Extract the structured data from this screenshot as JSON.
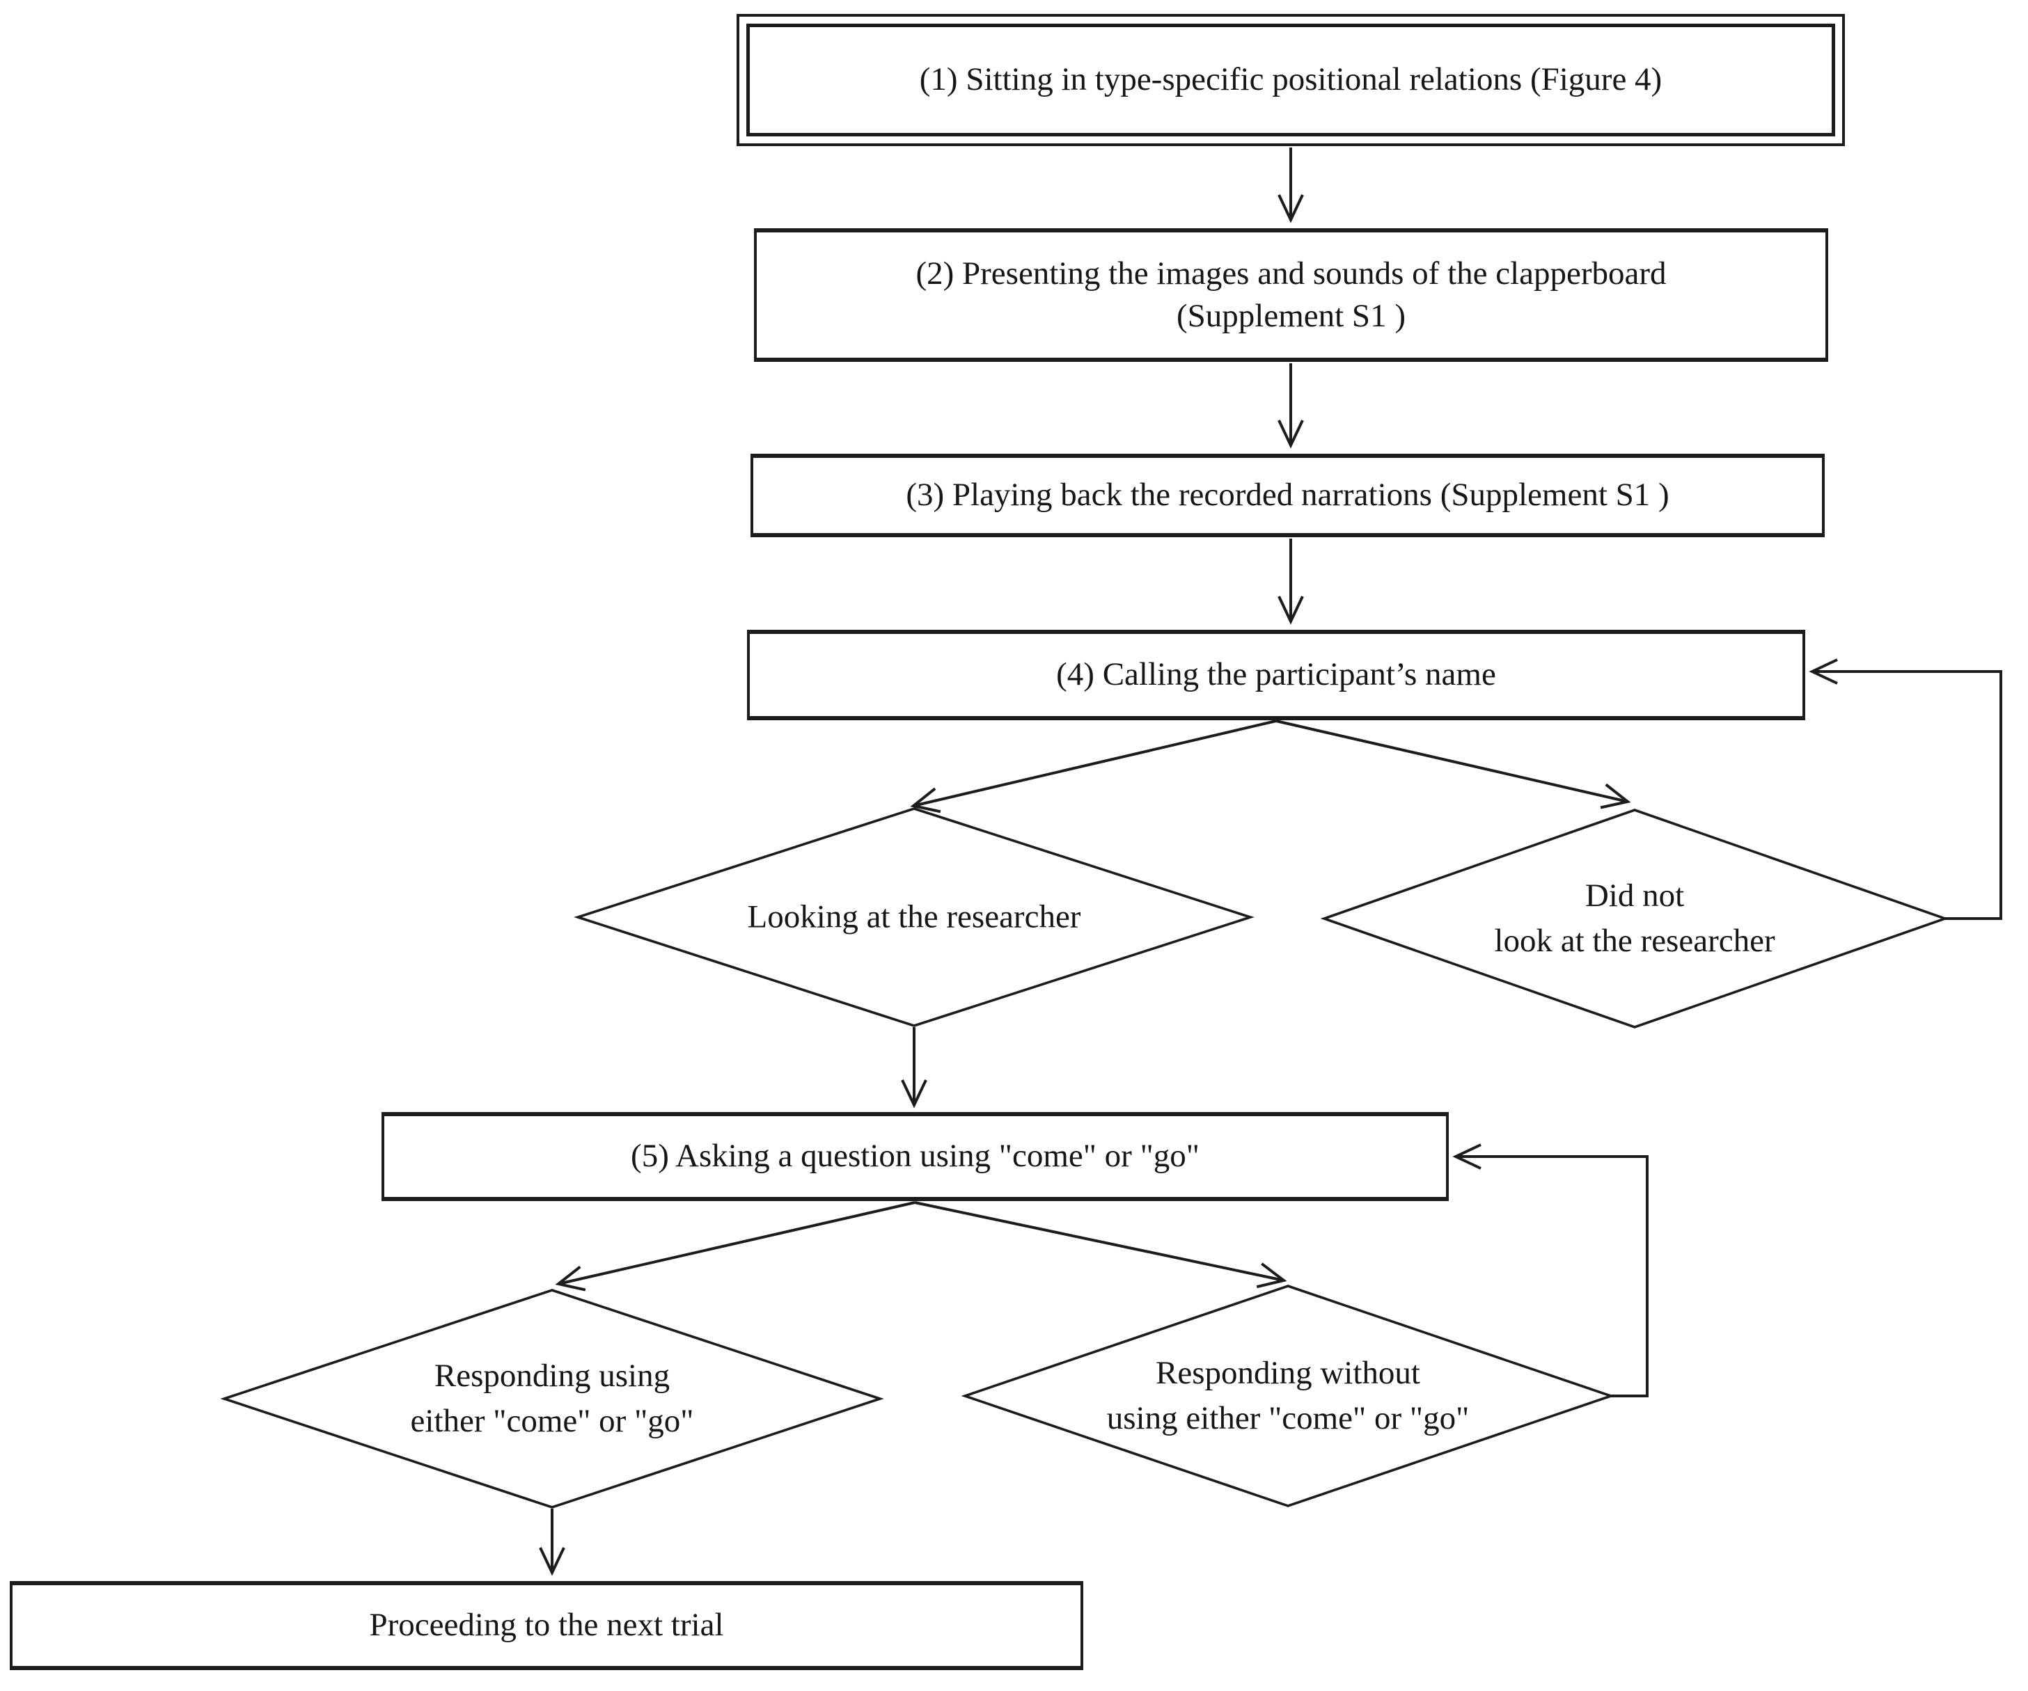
{
  "figure": {
    "background_color": "#ffffff",
    "line_color": "#1c1c1c",
    "text_color": "#161616"
  },
  "nodes": {
    "step1": {
      "text": "(1) Sitting in type-specific positional relations (Figure 4)"
    },
    "step2": {
      "text": "(2) Presenting the images and sounds of the clapperboard\n(Supplement S1 )"
    },
    "step3": {
      "text": "(3) Playing back the recorded narrations (Supplement S1 )"
    },
    "step4": {
      "text": "(4) Calling the participant’s name"
    },
    "decision_looking": {
      "text": "Looking at the researcher"
    },
    "decision_not_looking": {
      "text": "Did not\nlook at the researcher"
    },
    "step5": {
      "text": "(5) Asking a question using \"come\" or \"go\""
    },
    "decision_responding": {
      "text": "Responding using\neither \"come\" or \"go\""
    },
    "decision_not_responding": {
      "text": "Responding without\nusing either \"come\" or \"go\""
    },
    "next_trial": {
      "text": "Proceeding to the next trial"
    }
  }
}
